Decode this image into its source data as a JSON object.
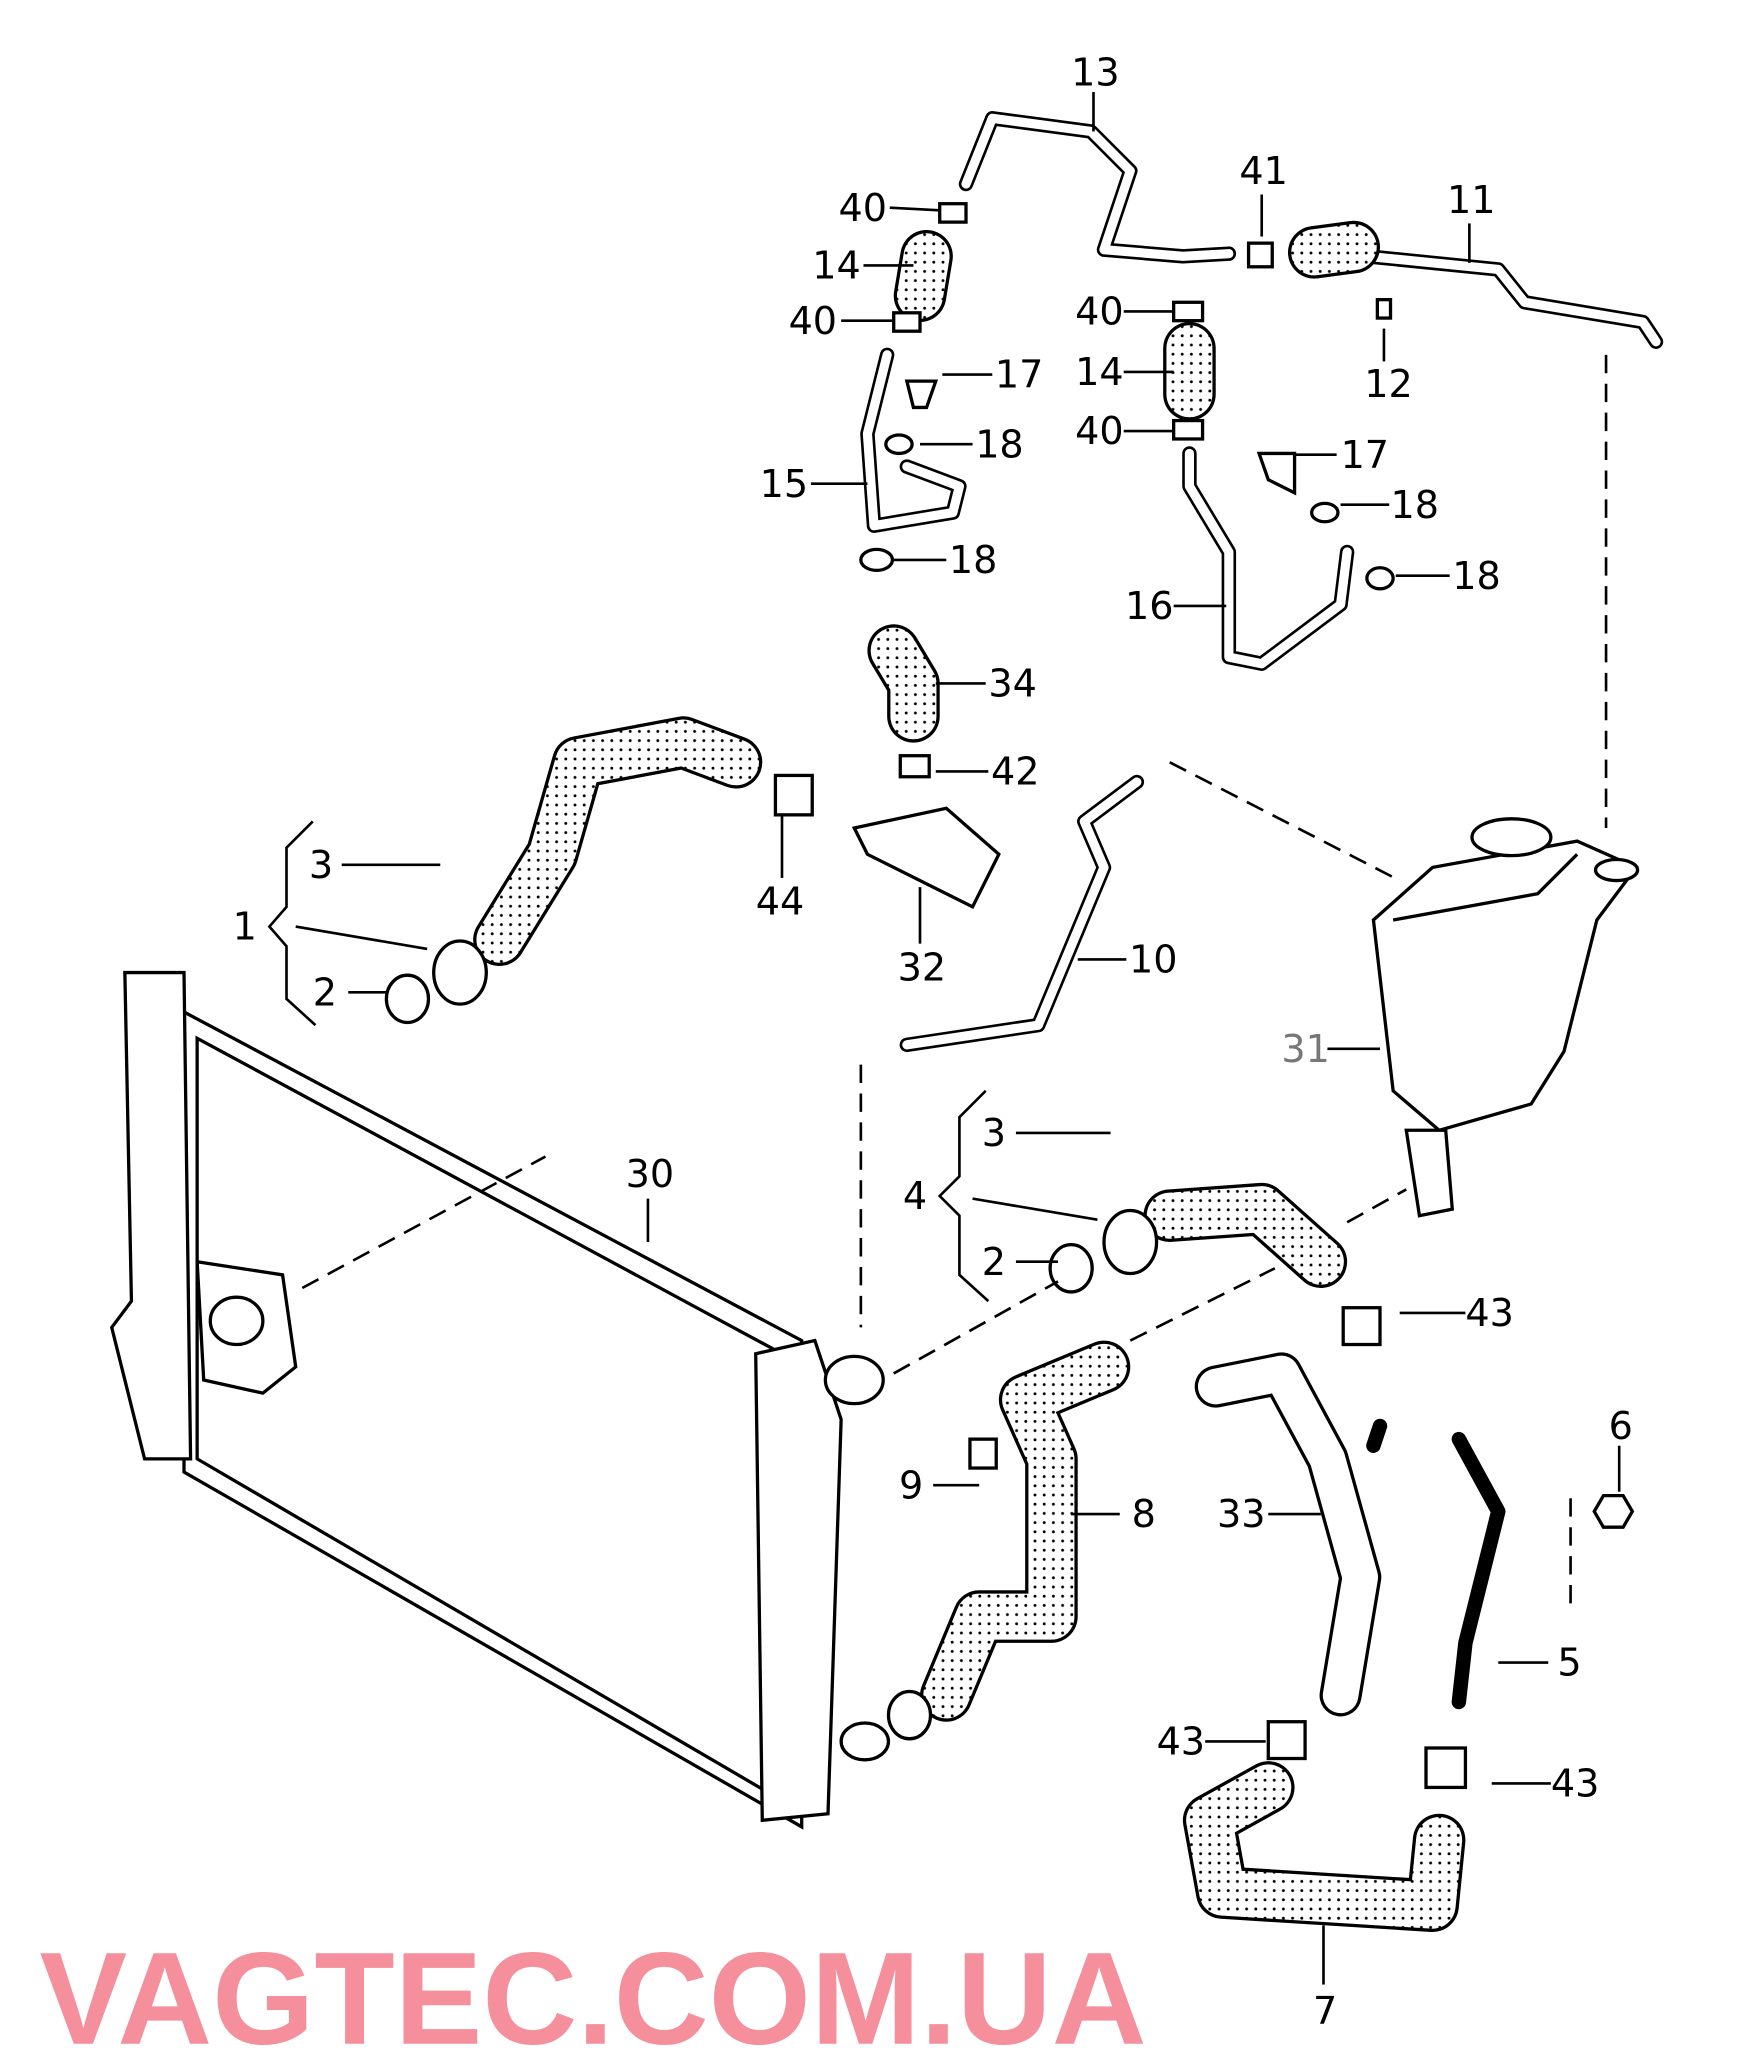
{
  "diagram": {
    "title": "Coolant hoses and pipes with radiator and expansion tank",
    "watermark": "VAGTEC.COM.UA",
    "labels": [
      "13",
      "40",
      "14",
      "40",
      "17",
      "18",
      "15",
      "18",
      "41",
      "11",
      "12",
      "40",
      "14",
      "40",
      "17",
      "18",
      "18",
      "16",
      "34",
      "42",
      "44",
      "32",
      "10",
      "3",
      "1",
      "2",
      "31",
      "3",
      "4",
      "2",
      "30",
      "43",
      "6",
      "9",
      "8",
      "33",
      "5",
      "43",
      "43",
      "7"
    ]
  }
}
